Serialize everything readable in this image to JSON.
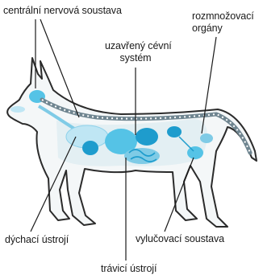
{
  "labels": {
    "nervous": "centrální nervová soustava",
    "reproductive_1": "rozmnožovací",
    "reproductive_2": "orgány",
    "circulatory_1": "uzavřený cévní",
    "circulatory_2": "systém",
    "respiratory": "dýchací ústrojí",
    "excretory": "vylučovací soustava",
    "digestive": "trávicí ústrojí"
  },
  "colors": {
    "outline": "#2b2b2b",
    "body_fill": "#f4f7f8",
    "organ_light": "#bfe6f4",
    "organ": "#55c3e6",
    "organ_dark": "#1e9ccd",
    "spine": "#6f8590",
    "leader": "#1a1a1a"
  }
}
